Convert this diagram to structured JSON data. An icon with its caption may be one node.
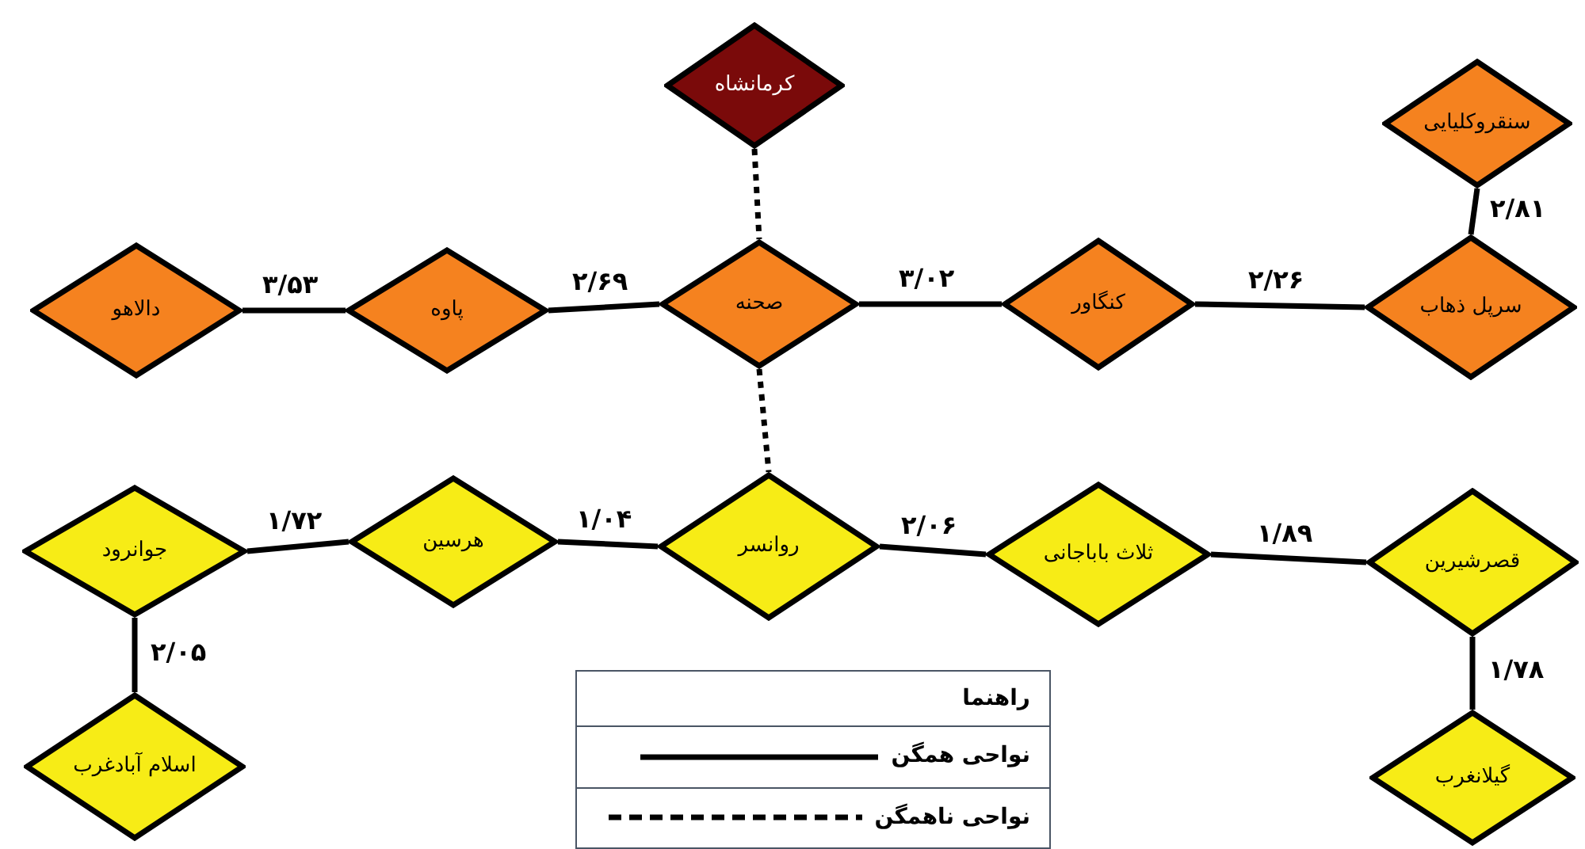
{
  "diagram": {
    "nodes": [
      {
        "text": [
          "کرمانشاه"
        ]
      },
      {
        "text": [
          "صحنه"
        ]
      },
      {
        "text": [
          "پاوه"
        ]
      },
      {
        "text": [
          "دالاهو"
        ]
      },
      {
        "text": [
          "کنگاور"
        ]
      },
      {
        "text": [
          "سرپل ذهاب"
        ]
      },
      {
        "text": [
          "سنقروکلیایی"
        ]
      },
      {
        "text": [
          "روانسر"
        ]
      },
      {
        "text": [
          "هرسین"
        ]
      },
      {
        "text": [
          "جوانرود"
        ]
      },
      {
        "text": [
          "اسلام آبادغرب"
        ]
      },
      {
        "text": [
          "ثلاث باباجانی"
        ]
      },
      {
        "text": [
          "قصرشیرین"
        ]
      },
      {
        "text": [
          "گیلانغرب"
        ]
      }
    ],
    "edges": [
      {
        "from": 0,
        "to": 1,
        "arrow": "none",
        "style": "dashed"
      },
      {
        "from": 1,
        "to": 7,
        "arrow": "none",
        "style": "dashed"
      },
      {
        "from": 3,
        "to": 2,
        "arrow": "none",
        "label": "۳/۵۳"
      },
      {
        "from": 2,
        "to": 1,
        "arrow": "none",
        "label": "۲/۶۹"
      },
      {
        "from": 1,
        "to": 4,
        "arrow": "none",
        "label": "۳/۰۲"
      },
      {
        "from": 4,
        "to": 5,
        "arrow": "none",
        "label": "۲/۲۶"
      },
      {
        "from": 6,
        "to": 5,
        "arrow": "none",
        "label": "۲/۸۱"
      },
      {
        "from": 9,
        "to": 8,
        "arrow": "none",
        "label": "۱/۷۲"
      },
      {
        "from": 8,
        "to": 7,
        "arrow": "none",
        "label": "۱/۰۴"
      },
      {
        "from": 7,
        "to": 11,
        "arrow": "none",
        "label": "۲/۰۶"
      },
      {
        "from": 11,
        "to": 12,
        "arrow": "none",
        "label": "۱/۸۹"
      },
      {
        "from": 12,
        "to": 13,
        "arrow": "none",
        "label": "۱/۷۸"
      },
      {
        "from": 9,
        "to": 10,
        "arrow": "none",
        "label": "۲/۰۵"
      }
    ],
    "labels": [
      "راهنما"
    ],
    "legend": [
      {
        "text": "نواحی همگن"
      },
      {
        "text": "نواحی ناهمگن"
      }
    ]
  }
}
